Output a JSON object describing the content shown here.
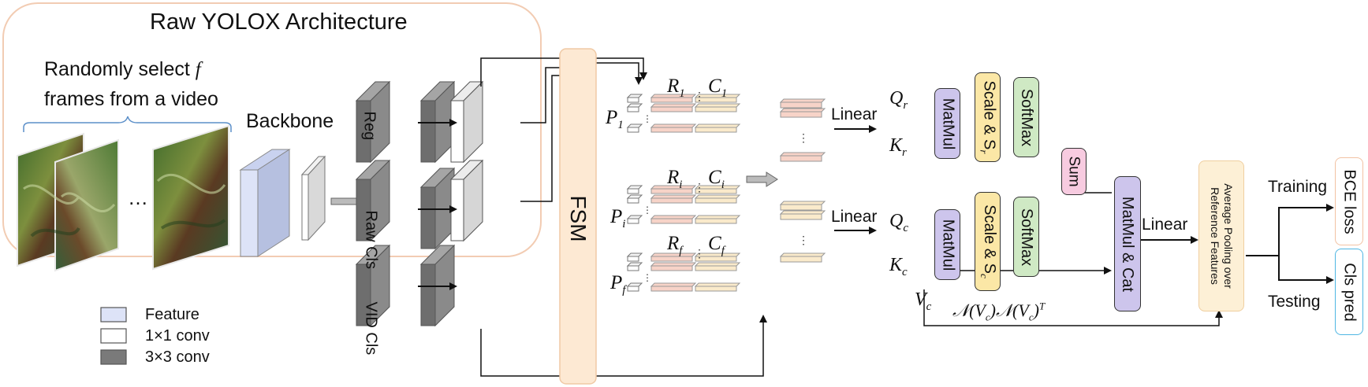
{
  "yolox": {
    "title": "Raw YOLOX Architecture"
  },
  "input": {
    "line1": "Randomly select",
    "var": "f",
    "line2": "frames from a video",
    "ellipsis": "…"
  },
  "backbone": {
    "label": "Backbone"
  },
  "heads": {
    "reg": "Reg",
    "raw_cls": "Raw Cls",
    "vid_cls": "VID Cls"
  },
  "legend": {
    "feature": "Feature",
    "conv1": "1×1 conv",
    "conv3": "3×3 conv"
  },
  "fsm": {
    "label": "FSM"
  },
  "proposals": {
    "p1": {
      "P": "P",
      "sub": "1",
      "R": "R",
      "Rsub": "1",
      "C": "C",
      "Csub": "1"
    },
    "pi": {
      "P": "P",
      "sub": "i",
      "R": "R",
      "Rsub": "i",
      "C": "C",
      "Csub": "i"
    },
    "pf": {
      "P": "P",
      "sub": "f",
      "R": "R",
      "Rsub": "f",
      "C": "C",
      "Csub": "f"
    }
  },
  "attention": {
    "linear_r": "Linear",
    "linear_c": "Linear",
    "Qr": "Q",
    "Qr_sub": "r",
    "Kr": "K",
    "Kr_sub": "r",
    "Qc": "Q",
    "Qc_sub": "c",
    "Kc": "K",
    "Kc_sub": "c",
    "Vc": "V",
    "Vc_sub": "c",
    "matmul": "MatMul",
    "scale_r": "Scale & S",
    "scale_r_sub": "r",
    "scale_c": "Scale & S",
    "scale_c_sub": "c",
    "softmax": "SoftMax",
    "sum": "Sum",
    "matmul_cat": "MatMul & Cat",
    "linear_out": "Linear",
    "norm_formula": "𝒩(V_c)𝒩(V_c)^T"
  },
  "pooling": {
    "line1": "Average Pooling over",
    "line2": "Reference Features"
  },
  "outputs": {
    "training": "Training",
    "testing": "Testing",
    "bce": "BCE loss",
    "cls_pred": "Cls pred"
  },
  "colors": {
    "feature": "#dde3f7",
    "conv1": "#ffffff",
    "conv3": "#7a7a7a",
    "fsm": "#fde9d3",
    "matmul": "#cdc5ec",
    "scale": "#fbe7a6",
    "softmax": "#cfe9c4",
    "sum": "#f7cbe0",
    "pooling": "#fdf0d6",
    "reg_bar": "#f7d3c8",
    "cls_bar": "#faeacb",
    "bce_border": "#f2c2a3",
    "clspred_border": "#4fb6e3"
  }
}
